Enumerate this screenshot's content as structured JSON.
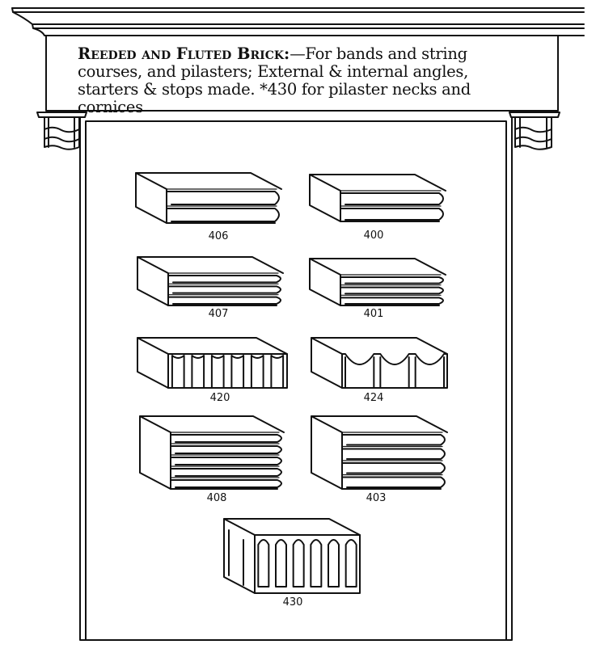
{
  "caption": {
    "heading": "Reeded and Fluted Brick:",
    "line1_rest": "—For bands and string",
    "line2": "courses, and pilasters; External & internal angles,",
    "line3": "starters & stops made. *430 for pilaster necks and cornices"
  },
  "bricks": [
    {
      "label": "406",
      "profile": "reeded",
      "reeds": 2
    },
    {
      "label": "400",
      "profile": "reeded",
      "reeds": 2
    },
    {
      "label": "407",
      "profile": "reeded",
      "reeds": 3
    },
    {
      "label": "401",
      "profile": "reeded",
      "reeds": 3
    },
    {
      "label": "420",
      "profile": "fluted",
      "flutes": 6
    },
    {
      "label": "424",
      "profile": "scalloped",
      "flutes": 3
    },
    {
      "label": "408",
      "profile": "reeded",
      "reeds": 5
    },
    {
      "label": "403",
      "profile": "reeded",
      "reeds": 4
    },
    {
      "label": "430",
      "profile": "fluted-open",
      "flutes": 6
    }
  ],
  "colors": {
    "ink": "#111111",
    "paper": "#ffffff"
  }
}
